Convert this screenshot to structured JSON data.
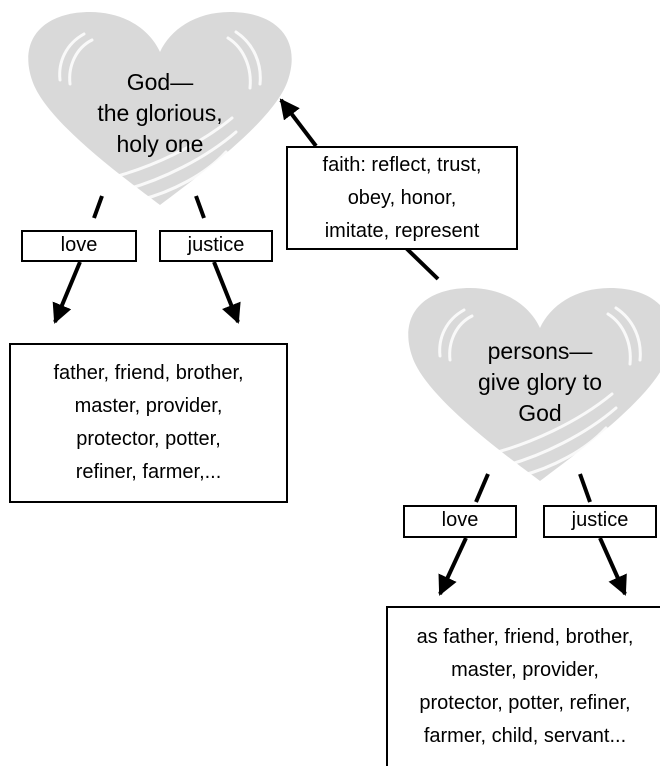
{
  "hearts": {
    "god": {
      "lines": [
        "God—",
        "the glorious,",
        "holy one"
      ],
      "fill": "#d9d9d9"
    },
    "persons": {
      "lines": [
        "persons—",
        "give glory to",
        "God"
      ],
      "fill": "#d9d9d9"
    }
  },
  "god_branch": {
    "love_label": "love",
    "justice_label": "justice",
    "roles": [
      "father, friend, brother,",
      "master, provider,",
      "protector, potter,",
      "refiner, farmer,..."
    ]
  },
  "faith": {
    "lines": [
      "faith: reflect, trust,",
      "obey, honor,",
      "imitate, represent"
    ]
  },
  "persons_branch": {
    "love_label": "love",
    "justice_label": "justice",
    "roles": [
      "as father, friend, brother,",
      "master, provider,",
      "protector, potter, refiner,",
      "farmer, child, servant..."
    ]
  },
  "colors": {
    "heart_fill": "#d9d9d9",
    "heart_highlight": "#ffffff",
    "stroke": "#000000"
  }
}
